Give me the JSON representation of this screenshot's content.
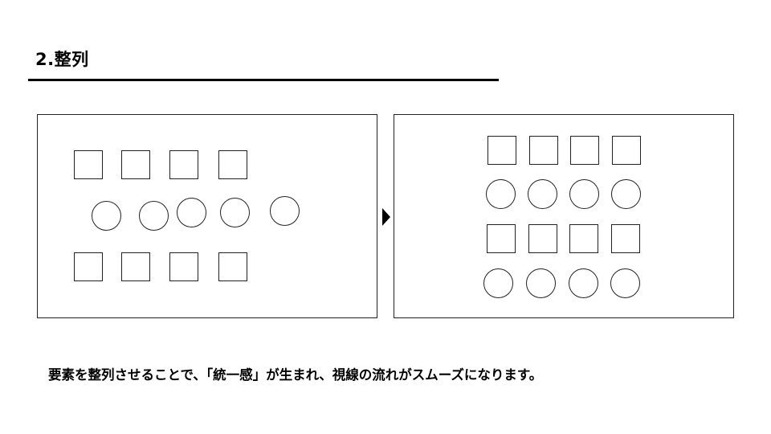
{
  "heading": "2.整列",
  "caption": "要素を整列させることで、「統一感」が生まれ、視線の流れがスムーズになります。",
  "before_panel": {
    "rows": [
      {
        "shape": "square",
        "count": 4
      },
      {
        "shape": "circle",
        "count": 5
      },
      {
        "shape": "square",
        "count": 4
      }
    ]
  },
  "after_panel": {
    "rows": [
      {
        "shape": "square",
        "count": 4
      },
      {
        "shape": "circle",
        "count": 4
      },
      {
        "shape": "square",
        "count": 4
      },
      {
        "shape": "circle",
        "count": 4
      }
    ]
  },
  "icons": {
    "transition": "arrow-right-icon"
  }
}
